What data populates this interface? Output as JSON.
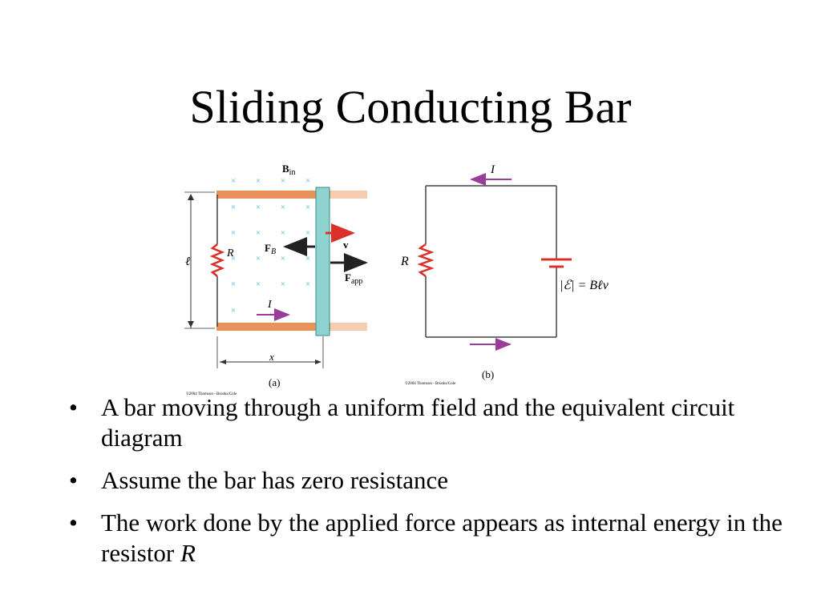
{
  "slide": {
    "title": "Sliding Conducting Bar",
    "bullets": [
      {
        "text": "A bar moving through a uniform field and the equivalent circuit diagram",
        "emphasis": ""
      },
      {
        "text": "Assume the bar has zero resistance",
        "emphasis": ""
      },
      {
        "text": "The work done by the applied force appears as internal energy in the resistor ",
        "emphasis": "R"
      }
    ],
    "bullet_glyph": "•"
  },
  "figure_a": {
    "field_label": "B",
    "field_label_sub": "in",
    "field_mark": "×",
    "length_label": "ℓ",
    "resistor_label": "R",
    "force_b_label": "F",
    "force_b_sub": "B",
    "velocity_label": "v",
    "force_app_label": "F",
    "force_app_sub": "app",
    "current_label": "I",
    "distance_label": "x",
    "caption": "(a)",
    "copyright": "©2004 Thomson - Brooks/Cole"
  },
  "figure_b": {
    "current_top_label": "I",
    "resistor_label": "R",
    "emf_label": "|ℰ| = Bℓv",
    "caption": "(b)",
    "copyright": "©2004 Thomson - Brooks/Cole"
  },
  "colors": {
    "rail": "#e8925a",
    "bar": "#8fd3d0",
    "bar_edge": "#3a8a88",
    "field_mark": "#4bb0d8",
    "resistor": "#d9302a",
    "current_arrow": "#9a3d9a",
    "velocity_arrow": "#d9302a",
    "wire": "#444444"
  }
}
